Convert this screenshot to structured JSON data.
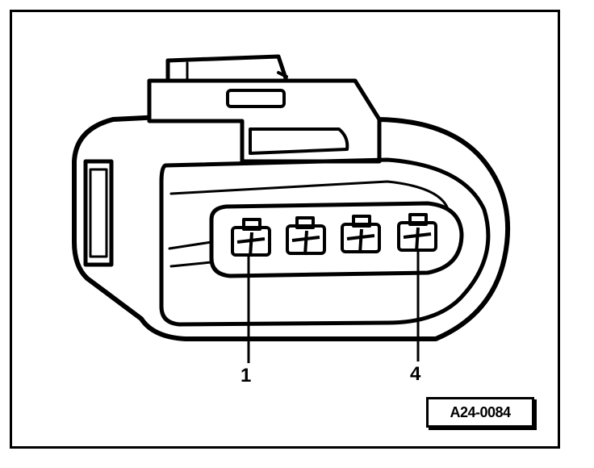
{
  "figure": {
    "callouts": [
      {
        "label": "1"
      },
      {
        "label": "4"
      }
    ],
    "reference_code": "A24-0084"
  }
}
